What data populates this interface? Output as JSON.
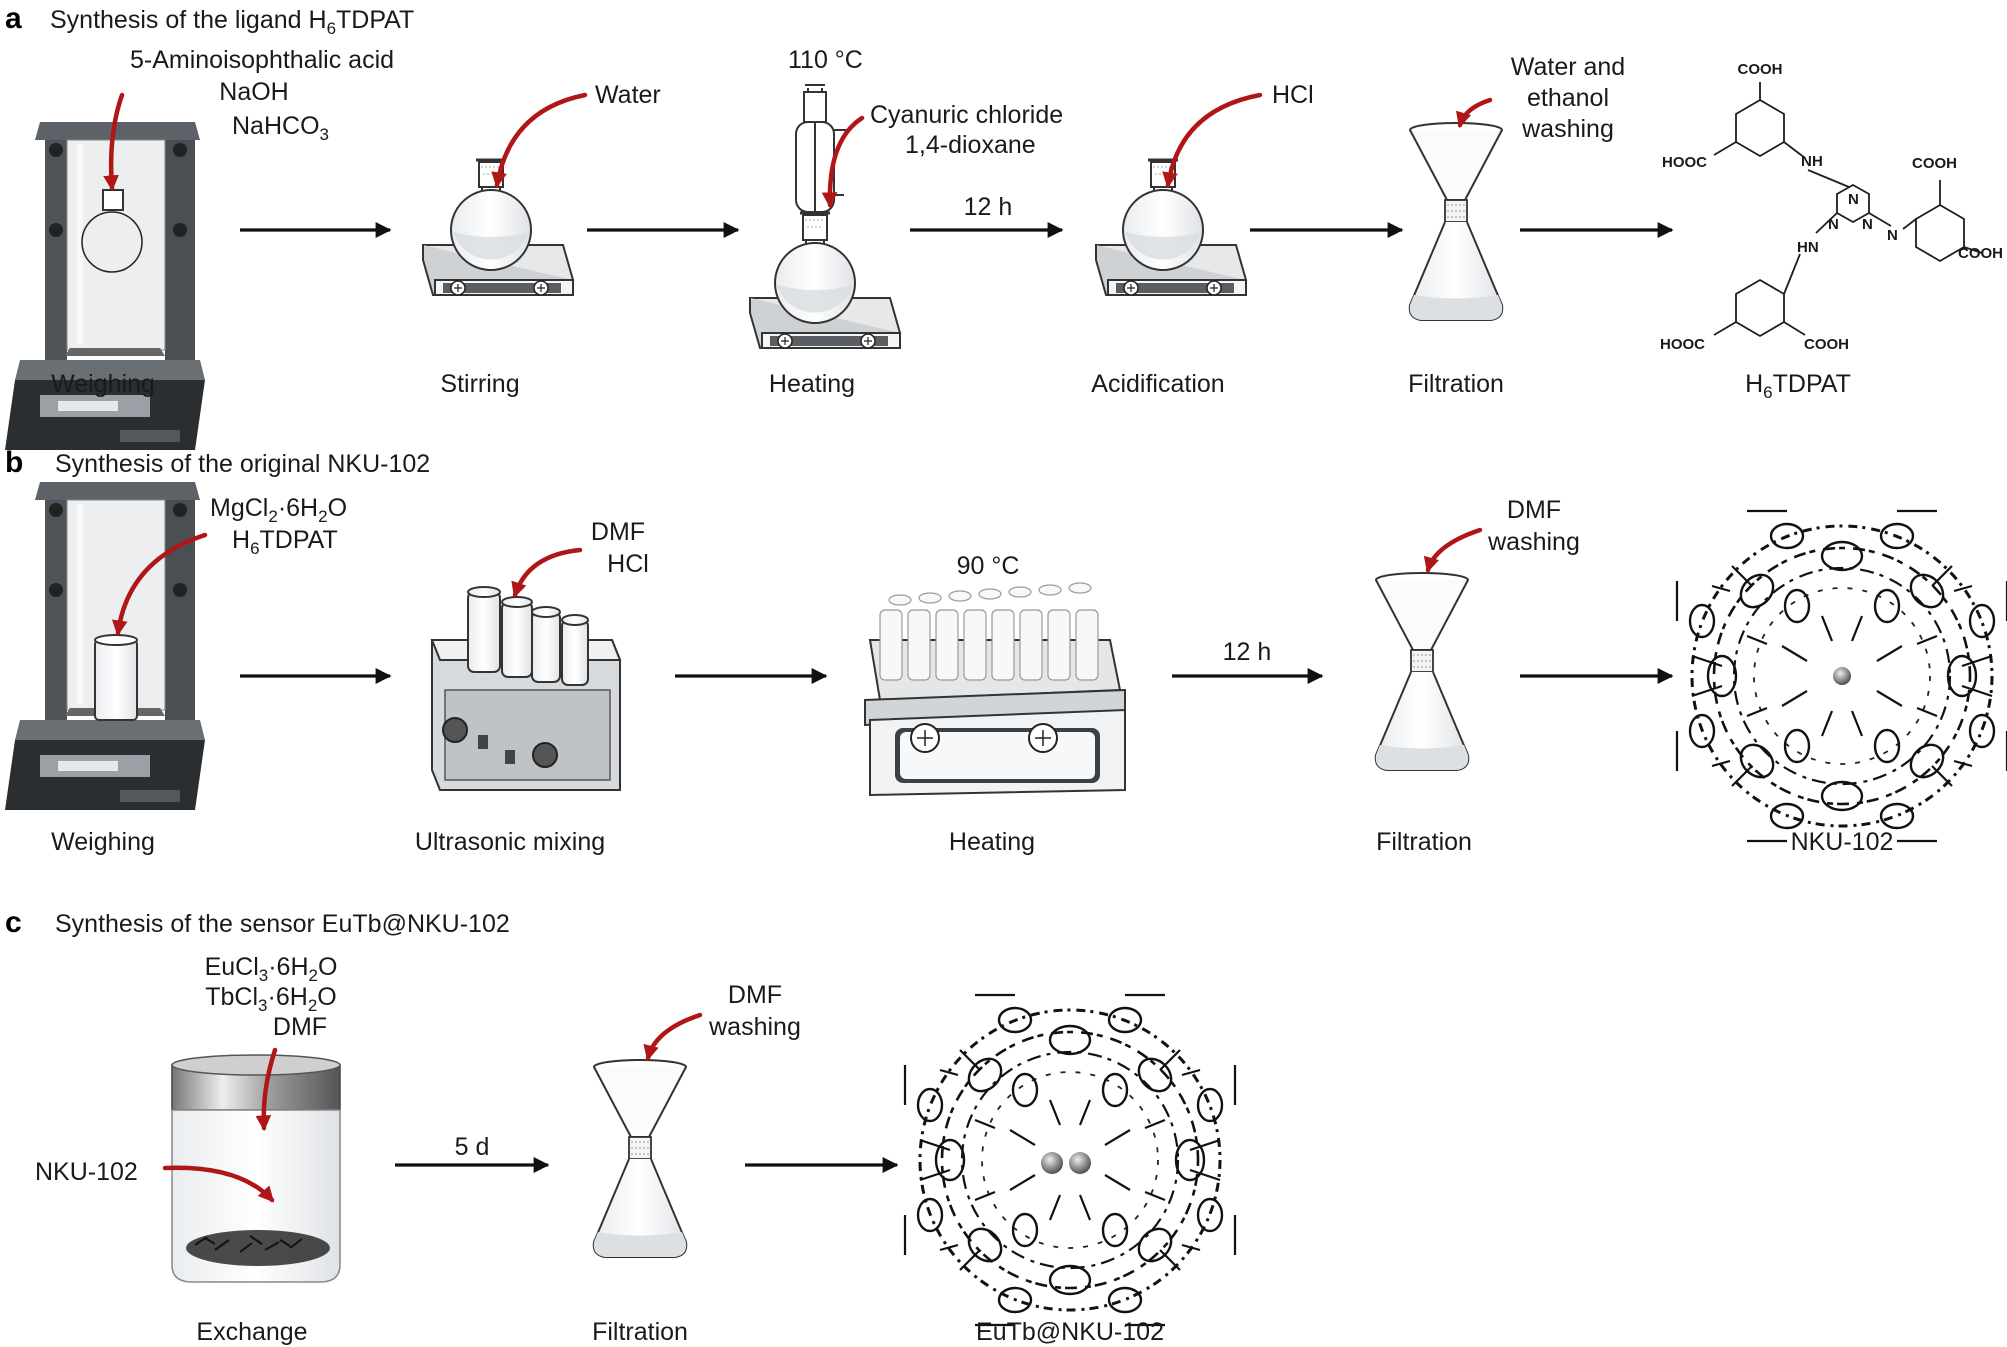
{
  "colors": {
    "arrow_red": "#b01616",
    "ink": "#1a1a1a",
    "panel_gray": "#555a60"
  },
  "panels": {
    "a": {
      "letter": "a",
      "title": "Synthesis of the ligand H6TDPAT",
      "steps": [
        "Weighing",
        "Stirring",
        "Heating",
        "Acidification",
        "Filtration",
        "H6TDPAT"
      ],
      "reagents": {
        "weighing": [
          "5-Aminoisophthalic acid",
          "NaOH",
          "NaHCO3"
        ],
        "stirring": "Water",
        "heating_temp": "110 °C",
        "heating": [
          "Cyanuric chloride",
          "1,4-dioxane"
        ],
        "acidification": "HCl",
        "filtration": [
          "Water and",
          "ethanol",
          "washing"
        ]
      },
      "arrow_label_12h": "12 h",
      "structure_labels": [
        "COOH",
        "HOOC",
        "N",
        "H",
        "COOH",
        "N",
        "N",
        "N",
        "HN",
        "N",
        "COOH",
        "HOOC",
        "COOH"
      ]
    },
    "b": {
      "letter": "b",
      "title": "Synthesis of the original NKU-102",
      "steps": [
        "Weighing",
        "Ultrasonic mixing",
        "Heating",
        "Filtration",
        "NKU-102"
      ],
      "reagents": {
        "weighing": [
          "MgCl2·6H2O",
          "H6TDPAT"
        ],
        "mixing": [
          "DMF",
          "HCl"
        ],
        "heating_temp": "90 °C",
        "filtration": [
          "DMF",
          "washing"
        ]
      },
      "arrow_label_12h": "12 h"
    },
    "c": {
      "letter": "c",
      "title": "Synthesis of the sensor EuTb@NKU-102",
      "steps": [
        "Exchange",
        "Filtration",
        "EuTb@NKU-102"
      ],
      "reagents": {
        "exchange": [
          "EuCl3·6H2O",
          "TbCl3·6H2O",
          "DMF"
        ],
        "nku": "NKU-102",
        "filtration": [
          "DMF",
          "washing"
        ]
      },
      "arrow_label_5d": "5 d"
    }
  }
}
